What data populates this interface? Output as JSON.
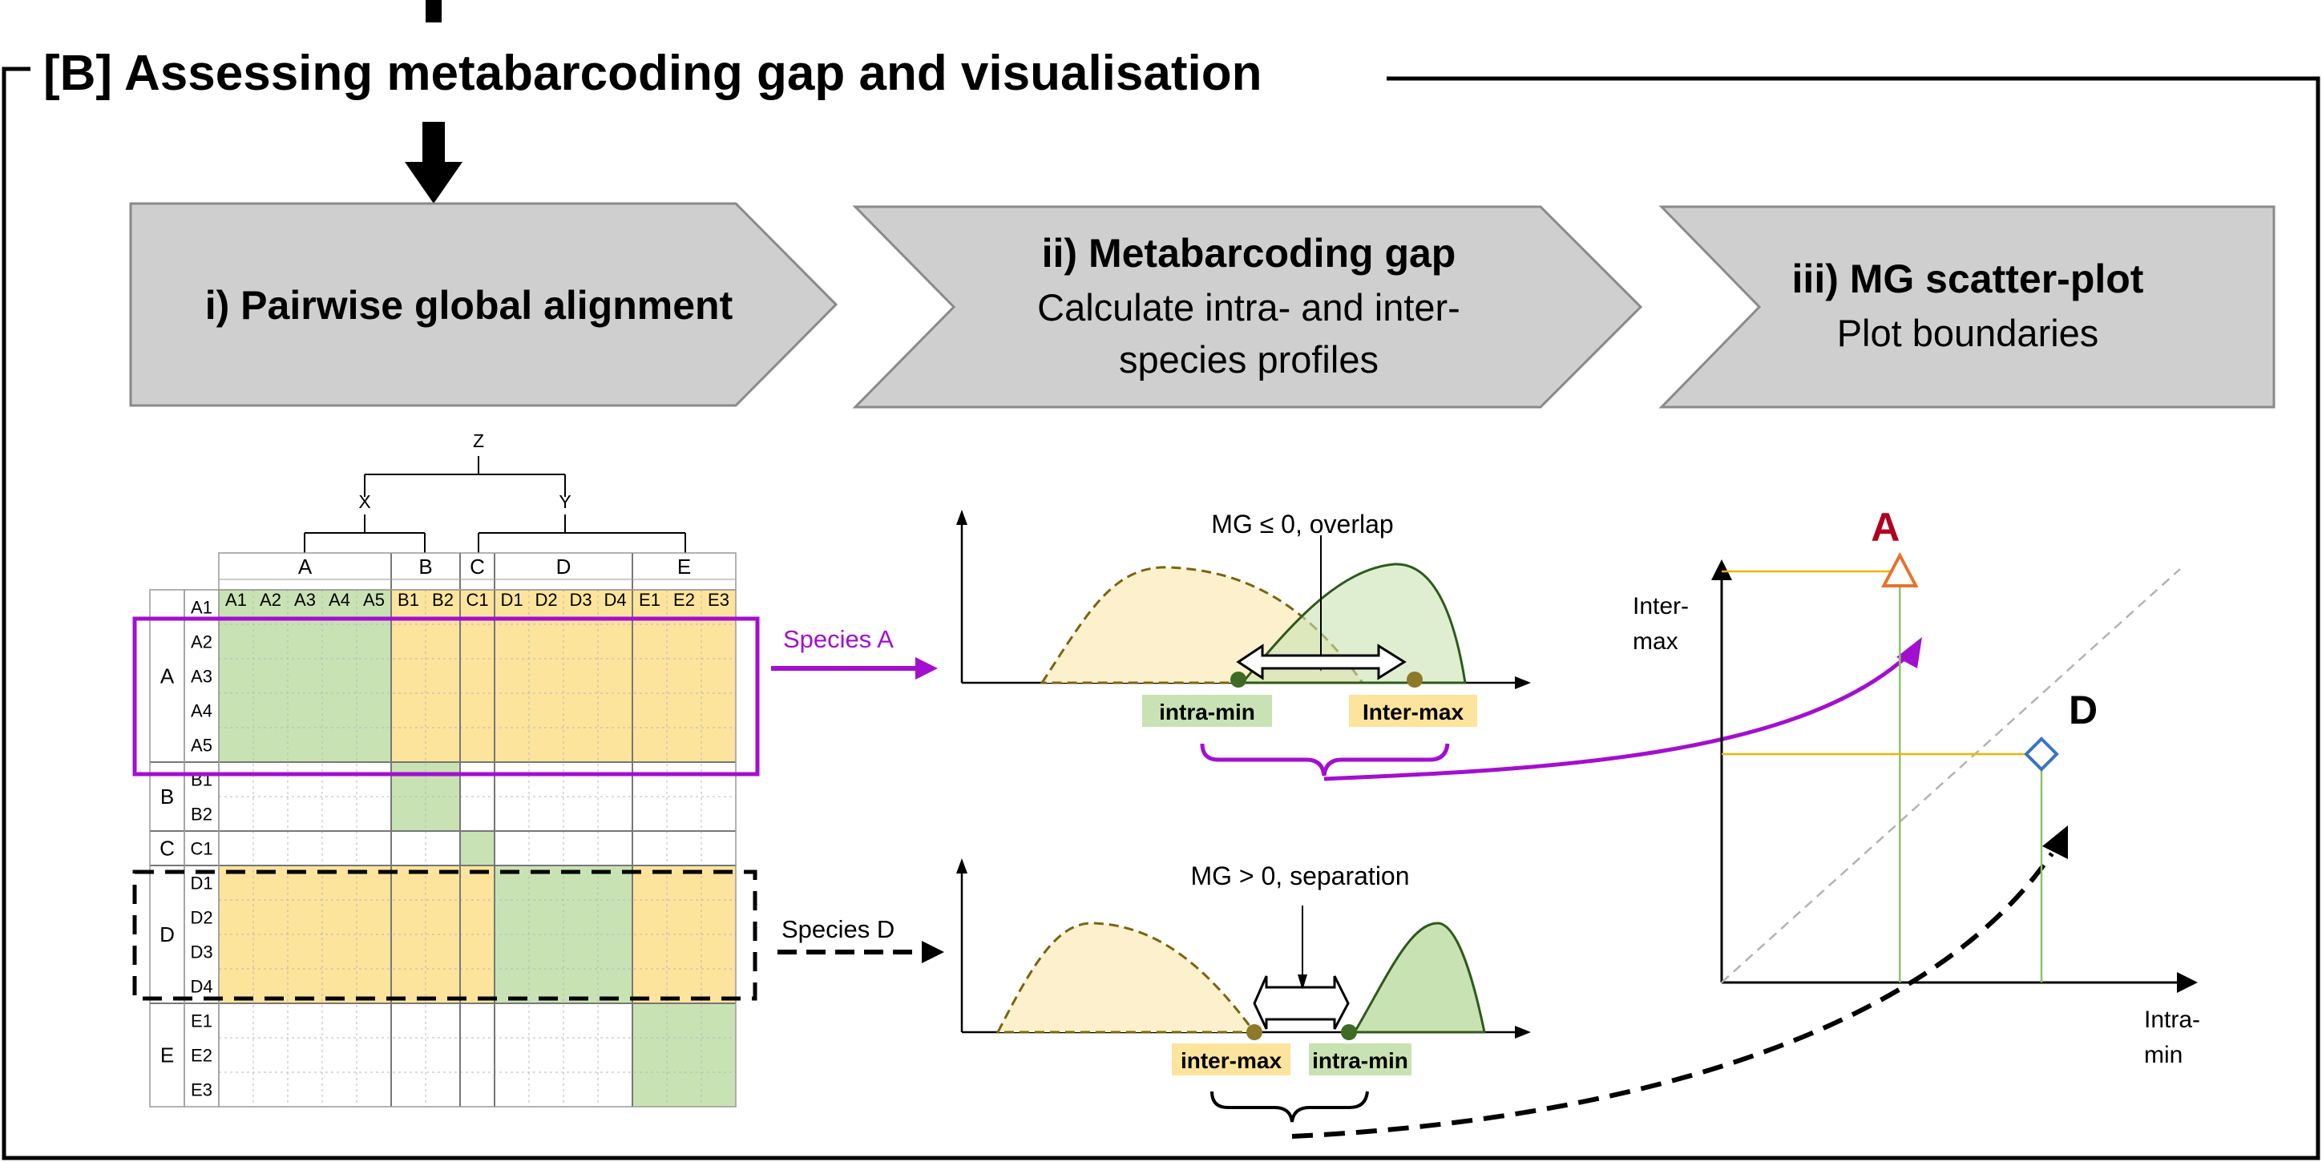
{
  "section": {
    "title": "[B] Assessing metabarcoding gap and visualisation"
  },
  "steps": [
    {
      "title": "i) Pairwise global alignment",
      "lines": []
    },
    {
      "title": "ii) Metabarcoding gap",
      "lines": [
        "Calculate intra- and inter-",
        "species profiles"
      ]
    },
    {
      "title": "iii) MG scatter-plot",
      "lines": [
        "Plot boundaries"
      ]
    }
  ],
  "tree": {
    "root": "Z",
    "clade_left": "X",
    "clade_right": "Y"
  },
  "matrix": {
    "groups": [
      {
        "name": "A",
        "members": [
          "A1",
          "A2",
          "A3",
          "A4",
          "A5"
        ]
      },
      {
        "name": "B",
        "members": [
          "B1",
          "B2"
        ]
      },
      {
        "name": "C",
        "members": [
          "C1"
        ]
      },
      {
        "name": "D",
        "members": [
          "D1",
          "D2",
          "D3",
          "D4"
        ]
      },
      {
        "name": "E",
        "members": [
          "E1",
          "E2",
          "E3"
        ]
      }
    ],
    "colors": {
      "intra": "#c9e2b3",
      "inter": "#fde49c",
      "grid": "#b8b8b8"
    }
  },
  "species_a": {
    "label": "Species A",
    "color": "#a30fd0",
    "mg_text": "MG ≤ 0, overlap",
    "labels": [
      "intra-min",
      "Inter-max"
    ]
  },
  "species_d": {
    "label": "Species D",
    "color": "#000000",
    "mg_text": "MG > 0, separation",
    "labels": [
      "inter-max",
      "intra-min"
    ]
  },
  "scatter": {
    "y_label_lines": [
      "Inter-",
      "max"
    ],
    "x_label_lines": [
      "Intra-",
      "min"
    ],
    "points": [
      {
        "label": "A",
        "marker": "triangle",
        "color": "#e8722b",
        "label_color": "#b00020",
        "intra_min": 0.39,
        "inter_max": 0.9
      },
      {
        "label": "D",
        "marker": "diamond",
        "color": "#3a74c4",
        "label_color": "#000000",
        "intra_min": 0.7,
        "inter_max": 0.5
      }
    ],
    "diagonal": true,
    "guide_color_h": "#f0b400",
    "guide_color_v": "#8cc36a"
  }
}
